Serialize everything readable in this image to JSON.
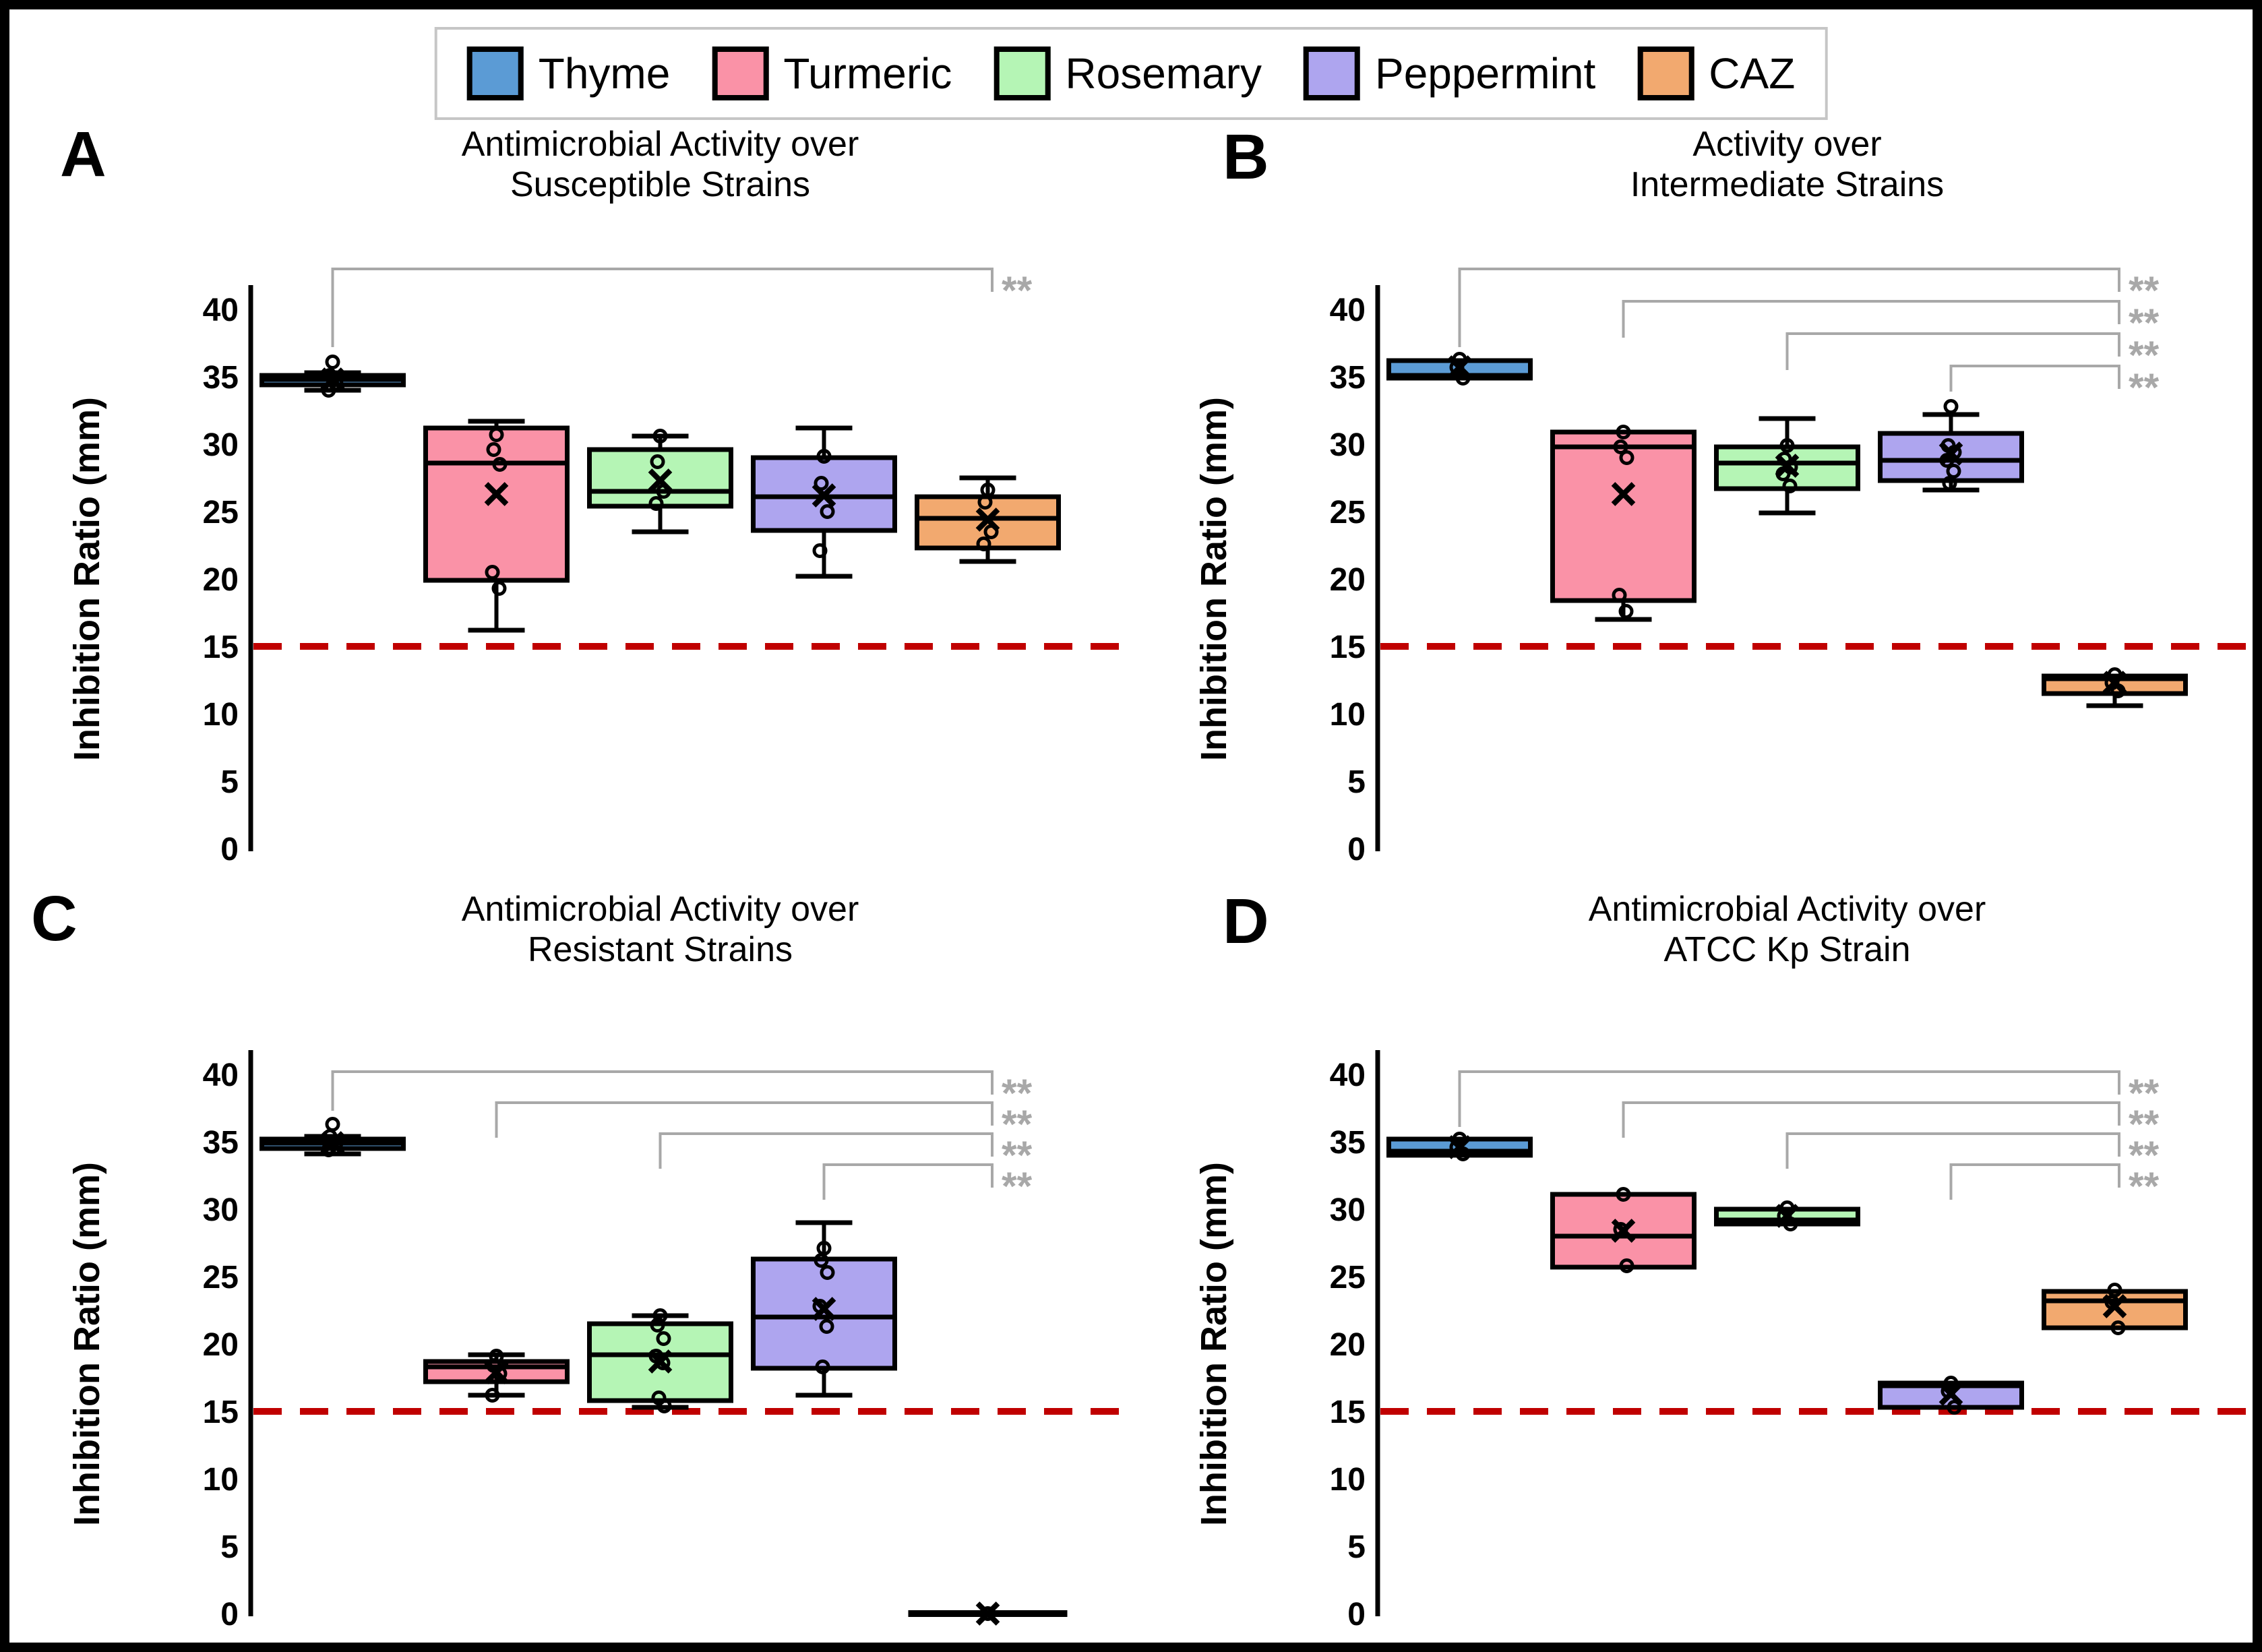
{
  "figure": {
    "background": "#FFFFFF",
    "border_color": "#000000"
  },
  "legend": {
    "border_color": "#C6C6C6",
    "items": [
      {
        "label": "Thyme",
        "color": "#5B9BD5"
      },
      {
        "label": "Turmeric",
        "color": "#FA92A7"
      },
      {
        "label": "Rosemary",
        "color": "#B5F5B5"
      },
      {
        "label": "Peppermint",
        "color": "#AEA5EF"
      },
      {
        "label": "CAZ",
        "color": "#F2A96F"
      }
    ]
  },
  "axis": {
    "label": "Inhibition Ratio (mm)",
    "ticks": [
      0,
      5,
      10,
      15,
      20,
      25,
      30,
      35,
      40
    ],
    "ymin": 0,
    "ymax": 40
  },
  "threshold": {
    "value": 15,
    "color": "#C00000"
  },
  "style": {
    "bracket_color": "#A8A8A8",
    "sig_label": "**",
    "box_stroke": "#000000"
  },
  "chart_data": [
    {
      "letter": "A",
      "type": "box",
      "title_line1": "Antimicrobial Activity over",
      "title_line2": "Susceptible Strains",
      "groups": [
        {
          "name": "Thyme",
          "whisker_low": 34.0,
          "q1": 34.4,
          "median": 34.8,
          "q3": 35.1,
          "whisker_high": 35.3,
          "mean": 34.8,
          "points": [
            36.1,
            35.1,
            34.5,
            34.0
          ]
        },
        {
          "name": "Turmeric",
          "whisker_low": 16.2,
          "q1": 19.9,
          "median": 28.6,
          "q3": 31.2,
          "whisker_high": 31.7,
          "mean": 26.3,
          "points": [
            30.7,
            29.6,
            28.5,
            20.5,
            19.3
          ]
        },
        {
          "name": "Rosemary",
          "whisker_low": 23.5,
          "q1": 25.4,
          "median": 26.5,
          "q3": 29.6,
          "whisker_high": 30.6,
          "mean": 27.3,
          "points": [
            30.6,
            28.7,
            26.5,
            25.6
          ]
        },
        {
          "name": "Peppermint",
          "whisker_low": 20.2,
          "q1": 23.6,
          "median": 26.1,
          "q3": 29.0,
          "whisker_high": 31.2,
          "mean": 26.2,
          "points": [
            29.1,
            27.1,
            25.0,
            22.1
          ]
        },
        {
          "name": "CAZ",
          "whisker_low": 21.3,
          "q1": 22.3,
          "median": 24.5,
          "q3": 26.1,
          "whisker_high": 27.5,
          "mean": 24.4,
          "points": [
            26.6,
            25.7,
            23.5,
            22.6
          ]
        }
      ],
      "brackets": [
        {
          "from": 0,
          "to": 4,
          "level": 43.0,
          "stub_bottom": 37.2,
          "label": "**"
        }
      ]
    },
    {
      "letter": "B",
      "type": "box",
      "title_line1": "Activity over",
      "title_line2": "Intermediate Strains",
      "groups": [
        {
          "name": "Thyme",
          "whisker_low": 34.9,
          "q1": 34.9,
          "median": 35.1,
          "q3": 36.2,
          "whisker_high": 36.2,
          "mean": 35.7,
          "points": [
            36.3,
            35.7,
            34.9
          ]
        },
        {
          "name": "Turmeric",
          "whisker_low": 17.0,
          "q1": 18.4,
          "median": 29.8,
          "q3": 30.9,
          "whisker_high": 30.9,
          "mean": 26.3,
          "points": [
            30.9,
            29.8,
            29.0,
            18.8,
            17.6
          ]
        },
        {
          "name": "Rosemary",
          "whisker_low": 24.9,
          "q1": 26.7,
          "median": 28.6,
          "q3": 29.8,
          "whisker_high": 31.9,
          "mean": 28.4,
          "points": [
            29.9,
            28.9,
            28.3,
            27.8,
            26.9
          ]
        },
        {
          "name": "Peppermint",
          "whisker_low": 26.6,
          "q1": 27.3,
          "median": 28.8,
          "q3": 30.8,
          "whisker_high": 32.2,
          "mean": 29.3,
          "points": [
            32.8,
            29.9,
            29.4,
            28.8,
            28.0,
            27.1
          ]
        },
        {
          "name": "CAZ",
          "whisker_low": 10.6,
          "q1": 11.5,
          "median": 12.6,
          "q3": 12.8,
          "whisker_high": 12.8,
          "mean": 12.3,
          "points": [
            12.9,
            12.3,
            11.7
          ]
        }
      ],
      "brackets": [
        {
          "from": 0,
          "to": 4,
          "level": 43.0,
          "stub_bottom": 37.2,
          "label": "**"
        },
        {
          "from": 1,
          "to": 4,
          "level": 40.6,
          "stub_bottom": 37.9,
          "label": "**"
        },
        {
          "from": 2,
          "to": 4,
          "level": 38.2,
          "stub_bottom": 35.5,
          "label": "**"
        },
        {
          "from": 3,
          "to": 4,
          "level": 35.8,
          "stub_bottom": 33.9,
          "label": "**"
        }
      ]
    },
    {
      "letter": "C",
      "type": "box",
      "title_line1": "Antimicrobial Activity over",
      "title_line2": "Resistant Strains",
      "groups": [
        {
          "name": "Thyme",
          "whisker_low": 34.1,
          "q1": 34.5,
          "median": 34.9,
          "q3": 35.2,
          "whisker_high": 35.4,
          "mean": 34.9,
          "points": [
            36.3,
            35.4,
            34.9,
            34.4
          ]
        },
        {
          "name": "Turmeric",
          "whisker_low": 16.2,
          "q1": 17.2,
          "median": 18.3,
          "q3": 18.7,
          "whisker_high": 19.2,
          "mean": 17.9,
          "points": [
            19.1,
            18.4,
            17.8,
            16.2
          ]
        },
        {
          "name": "Rosemary",
          "whisker_low": 15.3,
          "q1": 15.8,
          "median": 19.2,
          "q3": 21.5,
          "whisker_high": 22.1,
          "mean": 18.7,
          "points": [
            22.1,
            21.4,
            20.4,
            19.1,
            18.6,
            16.0,
            15.4
          ]
        },
        {
          "name": "Peppermint",
          "whisker_low": 16.2,
          "q1": 18.2,
          "median": 22.0,
          "q3": 26.3,
          "whisker_high": 29.0,
          "mean": 22.6,
          "points": [
            27.1,
            26.2,
            25.3,
            22.8,
            21.3,
            18.3
          ]
        },
        {
          "name": "CAZ",
          "zero_line": true,
          "mean": 0,
          "points": [
            0
          ]
        }
      ],
      "brackets": [
        {
          "from": 0,
          "to": 4,
          "level": 40.2,
          "stub_bottom": 37.3,
          "label": "**"
        },
        {
          "from": 1,
          "to": 4,
          "level": 37.9,
          "stub_bottom": 35.3,
          "label": "**"
        },
        {
          "from": 2,
          "to": 4,
          "level": 35.6,
          "stub_bottom": 33.0,
          "label": "**"
        },
        {
          "from": 3,
          "to": 4,
          "level": 33.3,
          "stub_bottom": 30.7,
          "label": "**"
        }
      ]
    },
    {
      "letter": "D",
      "type": "box",
      "title_line1": "Antimicrobial Activity over",
      "title_line2": "ATCC Kp Strain",
      "groups": [
        {
          "name": "Thyme",
          "whisker_low": 34.0,
          "q1": 34.0,
          "median": 34.3,
          "q3": 35.2,
          "whisker_high": 35.2,
          "mean": 34.6,
          "points": [
            35.2,
            34.6,
            34.1
          ]
        },
        {
          "name": "Turmeric",
          "whisker_low": 25.7,
          "q1": 25.7,
          "median": 28.0,
          "q3": 31.1,
          "whisker_high": 31.1,
          "mean": 28.4,
          "points": [
            31.1,
            28.5,
            25.8
          ]
        },
        {
          "name": "Rosemary",
          "whisker_low": 28.9,
          "q1": 28.9,
          "median": 29.2,
          "q3": 30.0,
          "whisker_high": 30.0,
          "mean": 29.5,
          "points": [
            30.1,
            29.5,
            28.9
          ]
        },
        {
          "name": "Peppermint",
          "whisker_low": 15.3,
          "q1": 15.3,
          "median": 16.9,
          "q3": 17.1,
          "whisker_high": 17.1,
          "mean": 16.3,
          "points": [
            17.1,
            16.5,
            15.3
          ]
        },
        {
          "name": "CAZ",
          "whisker_low": 21.2,
          "q1": 21.2,
          "median": 23.2,
          "q3": 23.9,
          "whisker_high": 23.9,
          "mean": 22.8,
          "points": [
            24.0,
            23.1,
            21.2
          ]
        }
      ],
      "brackets": [
        {
          "from": 0,
          "to": 4,
          "level": 40.2,
          "stub_bottom": 36.1,
          "label": "**"
        },
        {
          "from": 1,
          "to": 4,
          "level": 37.9,
          "stub_bottom": 35.3,
          "label": "**"
        },
        {
          "from": 2,
          "to": 4,
          "level": 35.6,
          "stub_bottom": 33.0,
          "label": "**"
        },
        {
          "from": 3,
          "to": 4,
          "level": 33.3,
          "stub_bottom": 30.7,
          "label": "**"
        }
      ]
    }
  ]
}
